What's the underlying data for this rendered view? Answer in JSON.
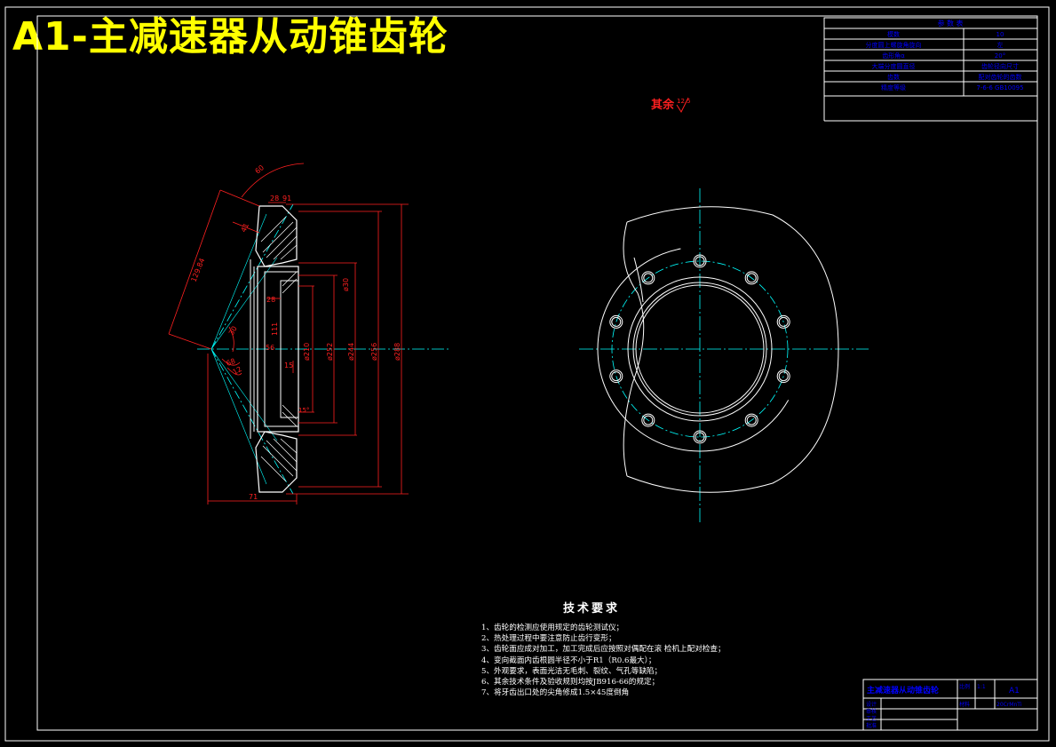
{
  "title": "A1-主减速器从动锥齿轮",
  "surface_note": "其余",
  "surface_value": "12.5",
  "technical_requirements": {
    "heading": "技术要求",
    "items": [
      "1、齿轮的检测应使用规定的齿轮测试仪；",
      "2、热处理过程中要注意防止齿行变形；",
      "3、齿轮面应成对加工，加工完成后应按照对偶配在滚  检机上配对检查；",
      "4、变向截面内齿根圆半径不小于R1（R0.6最大）；",
      "5、外观要求，表面光洁无毛刺、裂纹、气孔等缺陷；",
      "6、其余技术条件及验收规则均按JB916-66的规定；",
      "7、将牙齿出口处的尖角修成1.5×45度倒角"
    ]
  },
  "dimensions": {
    "angle_top": "60",
    "d_28": "28",
    "d_91": "91",
    "d_41": "41",
    "slant_length": "129.84",
    "d_28b": "28",
    "d_30": "ø30",
    "d_111": "111",
    "d_56": "56",
    "d_15": "15",
    "d_210": "ø210",
    "d_252": "ø252",
    "d_244": "ø244",
    "d_256": "ø256",
    "d_288": "ø288",
    "angle_30": "30",
    "angle_68": "68",
    "angle_12": "12",
    "chamfer": "15°",
    "width_71": "71"
  },
  "param_table": {
    "header": "参  数  表",
    "rows": [
      [
        "模数",
        "10"
      ],
      [
        "分度圆上螺旋角旋向",
        "左"
      ],
      [
        "齿形角α",
        "20°"
      ],
      [
        "大端分度圆直径",
        "齿轮径向尺寸"
      ],
      [
        "齿数",
        "配对齿轮的齿数"
      ],
      [
        "精度等级",
        "7-6-6 GB10095"
      ]
    ]
  },
  "title_block": {
    "name": "主减速器从动锥齿轮",
    "scale_label": "比例",
    "scale": "1:1",
    "sheet_label": "A1",
    "material_label": "材料",
    "material": "20CrMnTi",
    "rows_left": [
      "设计",
      "审核",
      "工艺",
      "批准"
    ]
  }
}
